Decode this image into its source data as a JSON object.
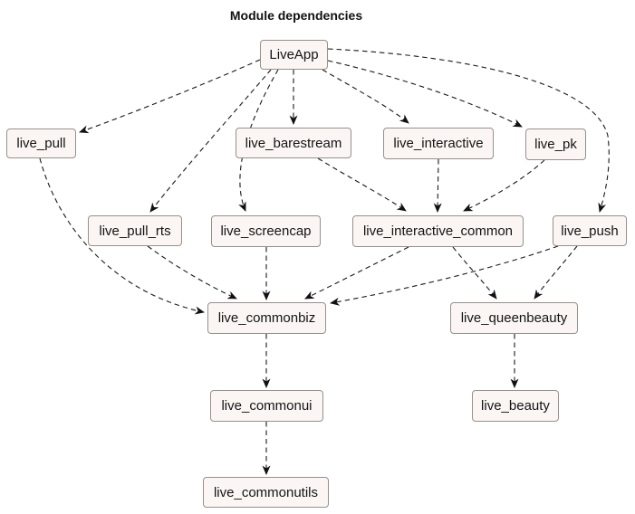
{
  "title": "Module dependencies",
  "colors": {
    "background": "#ffffff",
    "node_fill": "#fbf6f4",
    "node_border": "#97908a",
    "edge": "#1a1a1a",
    "text": "#141414"
  },
  "nodes": [
    {
      "id": "LiveApp",
      "label": "LiveApp"
    },
    {
      "id": "live_pull",
      "label": "live_pull"
    },
    {
      "id": "live_barestream",
      "label": "live_barestream"
    },
    {
      "id": "live_interactive",
      "label": "live_interactive"
    },
    {
      "id": "live_pk",
      "label": "live_pk"
    },
    {
      "id": "live_pull_rts",
      "label": "live_pull_rts"
    },
    {
      "id": "live_screencap",
      "label": "live_screencap"
    },
    {
      "id": "live_interactive_common",
      "label": "live_interactive_common"
    },
    {
      "id": "live_push",
      "label": "live_push"
    },
    {
      "id": "live_commonbiz",
      "label": "live_commonbiz"
    },
    {
      "id": "live_queenbeauty",
      "label": "live_queenbeauty"
    },
    {
      "id": "live_commonui",
      "label": "live_commonui"
    },
    {
      "id": "live_beauty",
      "label": "live_beauty"
    },
    {
      "id": "live_commonutils",
      "label": "live_commonutils"
    }
  ],
  "edges": [
    {
      "from": "LiveApp",
      "to": "live_pull"
    },
    {
      "from": "LiveApp",
      "to": "live_barestream"
    },
    {
      "from": "LiveApp",
      "to": "live_pull_rts"
    },
    {
      "from": "LiveApp",
      "to": "live_screencap"
    },
    {
      "from": "LiveApp",
      "to": "live_interactive"
    },
    {
      "from": "LiveApp",
      "to": "live_pk"
    },
    {
      "from": "LiveApp",
      "to": "live_push"
    },
    {
      "from": "live_barestream",
      "to": "live_interactive_common"
    },
    {
      "from": "live_interactive",
      "to": "live_interactive_common"
    },
    {
      "from": "live_pk",
      "to": "live_interactive_common"
    },
    {
      "from": "live_pull",
      "to": "live_commonbiz"
    },
    {
      "from": "live_pull_rts",
      "to": "live_commonbiz"
    },
    {
      "from": "live_screencap",
      "to": "live_commonbiz"
    },
    {
      "from": "live_interactive_common",
      "to": "live_commonbiz"
    },
    {
      "from": "live_push",
      "to": "live_commonbiz"
    },
    {
      "from": "live_interactive_common",
      "to": "live_queenbeauty"
    },
    {
      "from": "live_push",
      "to": "live_queenbeauty"
    },
    {
      "from": "live_queenbeauty",
      "to": "live_beauty"
    },
    {
      "from": "live_commonbiz",
      "to": "live_commonui"
    },
    {
      "from": "live_commonui",
      "to": "live_commonutils"
    }
  ]
}
